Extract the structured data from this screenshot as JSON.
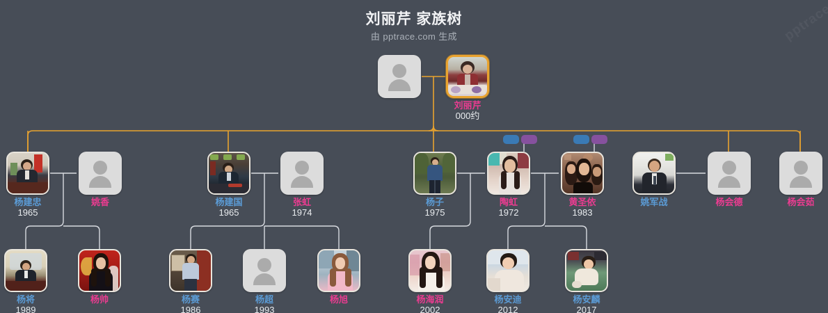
{
  "header": {
    "title": "刘丽芹 家族树",
    "subtitle": "由 pptrace.com 生成",
    "watermark": "pptrace"
  },
  "theme": {
    "background": "#474d57",
    "male_color": "#5b9bd5",
    "female_color": "#ea3c90",
    "year_color": "#e9ecef",
    "focus_border": "#e9a32f",
    "link_color_primary": "#e9a32f",
    "link_color_secondary": "#d8dbe0",
    "badge_blue": "#3a7ab5",
    "badge_purple": "#86519e"
  },
  "generations": [
    {
      "level": 1,
      "people": [
        {
          "id": "p-spouse-root",
          "name": "",
          "year": "",
          "gender": "unknown",
          "photo": false,
          "focus": false
        },
        {
          "id": "p-liuliqin",
          "name": "刘丽芹",
          "year": "000约",
          "gender": "female",
          "photo": true,
          "focus": true
        }
      ]
    },
    {
      "level": 2,
      "people": [
        {
          "id": "p-yangjianzhong",
          "name": "杨建忠",
          "year": "1965",
          "gender": "male",
          "photo": true,
          "focus": false
        },
        {
          "id": "p-yaoxiang",
          "name": "姚香",
          "year": "",
          "gender": "female",
          "photo": false,
          "focus": false
        },
        {
          "id": "p-yangjianguo",
          "name": "杨建国",
          "year": "1965",
          "gender": "male",
          "photo": true,
          "focus": false
        },
        {
          "id": "p-zhanghong",
          "name": "张虹",
          "year": "1974",
          "gender": "female",
          "photo": false,
          "focus": false
        },
        {
          "id": "p-yangzi",
          "name": "杨子",
          "year": "1975",
          "gender": "male",
          "photo": true,
          "focus": false
        },
        {
          "id": "p-taohong",
          "name": "陶虹",
          "year": "1972",
          "gender": "female",
          "photo": true,
          "focus": false
        },
        {
          "id": "p-huangshengyi",
          "name": "黄圣依",
          "year": "1983",
          "gender": "female",
          "photo": true,
          "focus": false
        },
        {
          "id": "p-yaojunzhan",
          "name": "姚军战",
          "year": "",
          "gender": "male",
          "photo": true,
          "focus": false
        },
        {
          "id": "p-yanghuide",
          "name": "杨会德",
          "year": "",
          "gender": "female",
          "photo": false,
          "focus": false
        },
        {
          "id": "p-yanghuiru",
          "name": "杨会茹",
          "year": "",
          "gender": "female",
          "photo": false,
          "focus": false
        }
      ]
    },
    {
      "level": 3,
      "people": [
        {
          "id": "p-yangjiang",
          "name": "杨将",
          "year": "1989",
          "gender": "male",
          "photo": true,
          "focus": false
        },
        {
          "id": "p-yangshuai",
          "name": "杨帅",
          "year": "",
          "gender": "female",
          "photo": true,
          "focus": false
        },
        {
          "id": "p-yangsai",
          "name": "杨赛",
          "year": "1986",
          "gender": "male",
          "photo": true,
          "focus": false
        },
        {
          "id": "p-yangchao",
          "name": "杨超",
          "year": "1993",
          "gender": "male",
          "photo": false,
          "focus": false
        },
        {
          "id": "p-yangxu",
          "name": "杨旭",
          "year": "",
          "gender": "female",
          "photo": true,
          "focus": false
        },
        {
          "id": "p-yanghairun",
          "name": "杨海润",
          "year": "2002",
          "gender": "female",
          "photo": true,
          "focus": false
        },
        {
          "id": "p-yangandi",
          "name": "杨安迪",
          "year": "2012",
          "gender": "male",
          "photo": true,
          "focus": false
        },
        {
          "id": "p-yanganlin",
          "name": "杨安麟",
          "year": "2017",
          "gender": "male",
          "photo": true,
          "focus": false
        }
      ]
    }
  ],
  "marriage_badges": [
    {
      "id": "badge-pair-taohong",
      "left_color": "#3a7ab5",
      "right_color": "#86519e"
    },
    {
      "id": "badge-pair-huangshengyi",
      "left_color": "#3a7ab5",
      "right_color": "#86519e"
    }
  ]
}
